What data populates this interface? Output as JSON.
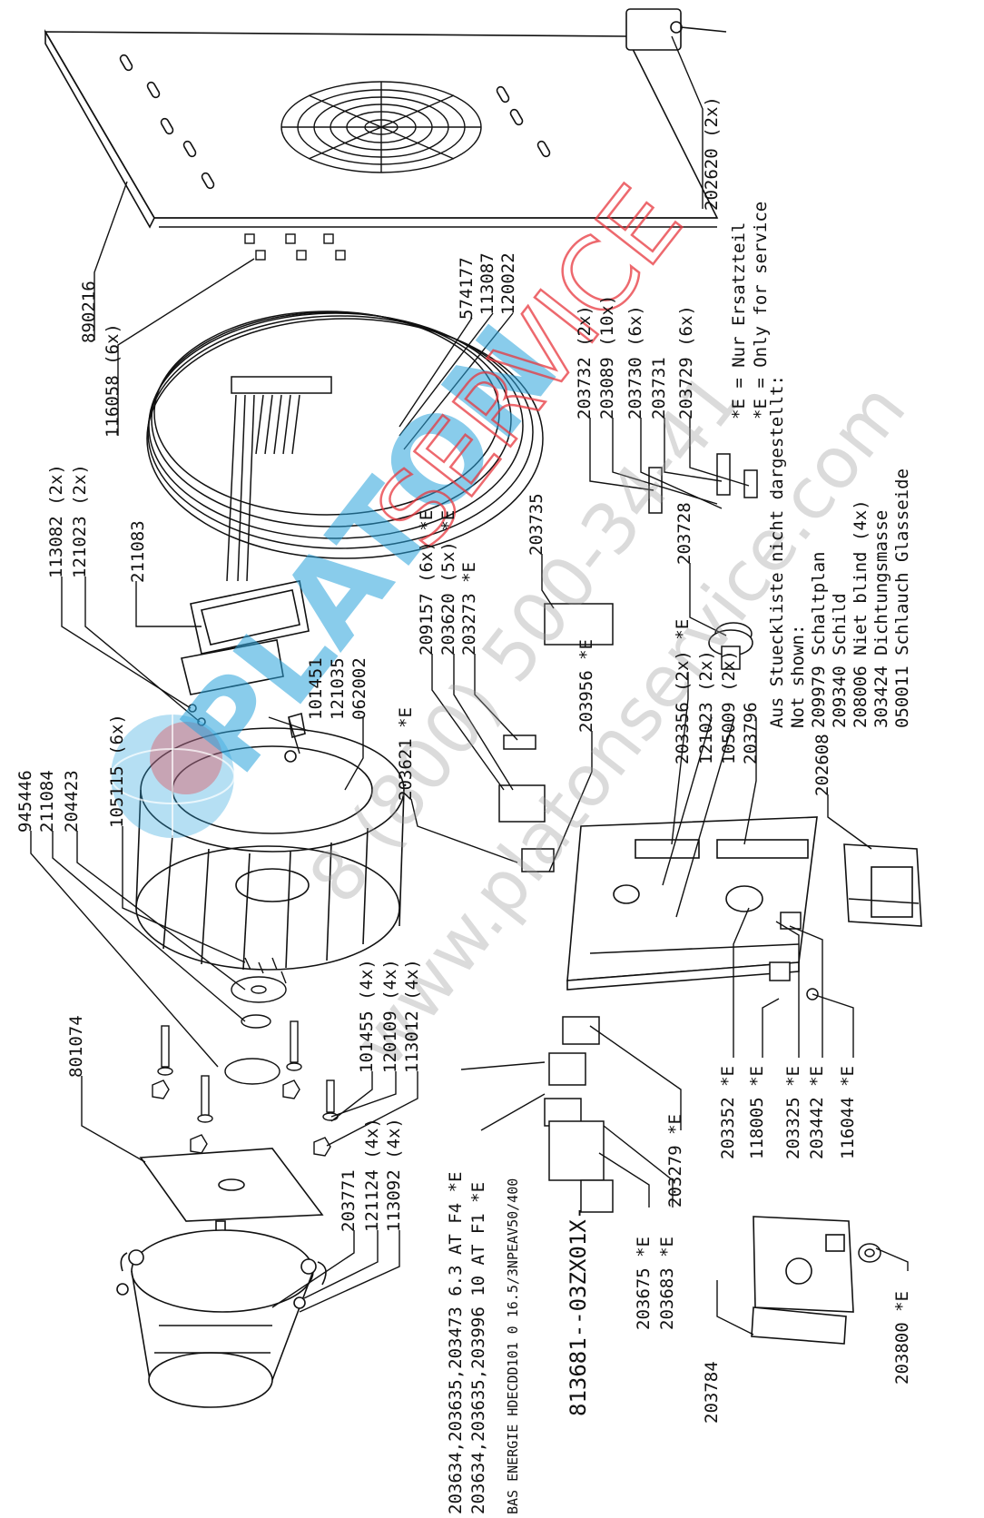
{
  "callouts": {
    "c890216": "890216",
    "c202620": "202620 (2x)",
    "c116058": "116058 (6x)",
    "c574177": "574177",
    "c113087": "113087",
    "c120022": "120022",
    "c113082": "113082 (2x)",
    "c121023a": "121023 (2x)",
    "c211083": "211083",
    "c101451": "101451",
    "c121035": "121035",
    "c062002": "062002",
    "c209157": "209157 (6x) *E",
    "c203620": "203620 (5x) *E",
    "c203273": "203273 *E",
    "c203621": "203621 *E",
    "c203956": "203956 *E",
    "c203732": "203732 (2x)",
    "c203089": "203089 (10x)",
    "c203730": "203730 (6x)",
    "c203731": "203731",
    "c203729": "203729 (6x)",
    "c203735": "203735",
    "c203728": "203728",
    "c203356": "203356 (2x) *E",
    "c121023b": "121023 (2x)",
    "c105009": "105009 (2x)",
    "c203796": "203796",
    "c202608": "202608",
    "c945446": "945446",
    "c211084": "211084",
    "c204423": "204423",
    "c105115": "105115 (6x)",
    "c801074": "801074",
    "c101455": "101455 (4x)",
    "c120109": "120109 (4x)",
    "c113012": "113012 (4x)",
    "c203771": "203771",
    "c121124": "121124 (4x)",
    "c113092": "113092 (4x)",
    "c203634a": "203634,203635,203473 6.3 AT F4 *E",
    "c203634b": "203634,203635,203996 10 AT F1 *E",
    "c_bas": "BAS ENERGIE HDECDD101 0 16.5/3NPEAV50/400",
    "c813681": "813681--03ZX01X-",
    "c203279": "203279 *E",
    "c203675": "203675 *E",
    "c203683": "203683 *E",
    "c203784": "203784",
    "c203800": "203800 *E",
    "c203352": "203352 *E",
    "c118005": "118005 *E",
    "c203325": "203325 *E",
    "c203442": "203442 *E",
    "c116044": "116044 *E"
  },
  "legend": {
    "line1": "*E = Nur Ersatzteil",
    "line2": "*E = Only for service"
  },
  "not_shown": {
    "title_de": "Aus Stueckliste nicht dargestellt:",
    "title_en": "Not shown:",
    "items": [
      "209979 Schaltplan",
      "209340 Schild",
      "208006 Niet blind (4x)",
      "303424 Dichtungsmasse",
      "050011 Schlauch Glasseide"
    ]
  },
  "watermark": {
    "brand_a": "PLATON",
    "brand_b": "SERVICE",
    "phone": "8 (800) 500-34-41",
    "site": "www.platonservice.com"
  }
}
